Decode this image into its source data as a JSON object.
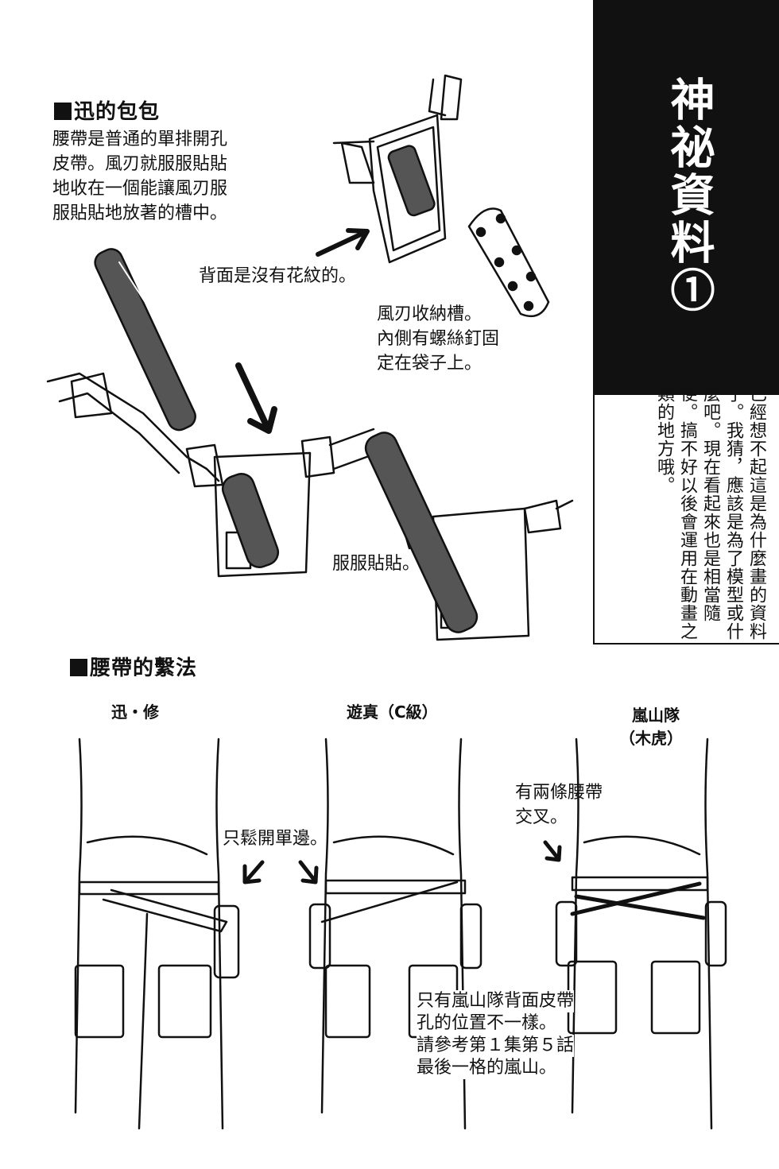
{
  "side": {
    "title": "神祕資料①",
    "note": "已經想不起這是為什麼畫的資料了。我猜，應該是為了模型或什麼吧。現在看起來也是相當隨便。搞不好以後會運用在動畫之類的地方哦。"
  },
  "section1": {
    "title": "迅的包包",
    "description": [
      "腰帶是普通的單排開孔",
      "皮帶。風刃就服服貼貼",
      "地收在一個能讓風刃服",
      "服貼貼地放著的槽中。"
    ],
    "note_back": "背面是沒有花紋的。",
    "note_slot": [
      "風刃收納槽。",
      "內側有螺絲釘固",
      "定在袋子上。"
    ],
    "note_fit": "服服貼貼。"
  },
  "section2": {
    "title": "腰帶的繫法",
    "fig1_label": "迅・修",
    "fig2_label": "遊真（C級）",
    "fig3_label": [
      "嵐山隊",
      "（木虎）"
    ],
    "note_single": "只鬆開單邊。",
    "note_cross": [
      "有兩條腰帶",
      "交叉。"
    ],
    "note_bottom": [
      "只有嵐山隊背面皮帶",
      "孔的位置不一樣。",
      "請參考第１集第５話",
      "最後一格的嵐山。"
    ]
  },
  "colors": {
    "ink": "#111111",
    "paper": "#ffffff"
  }
}
